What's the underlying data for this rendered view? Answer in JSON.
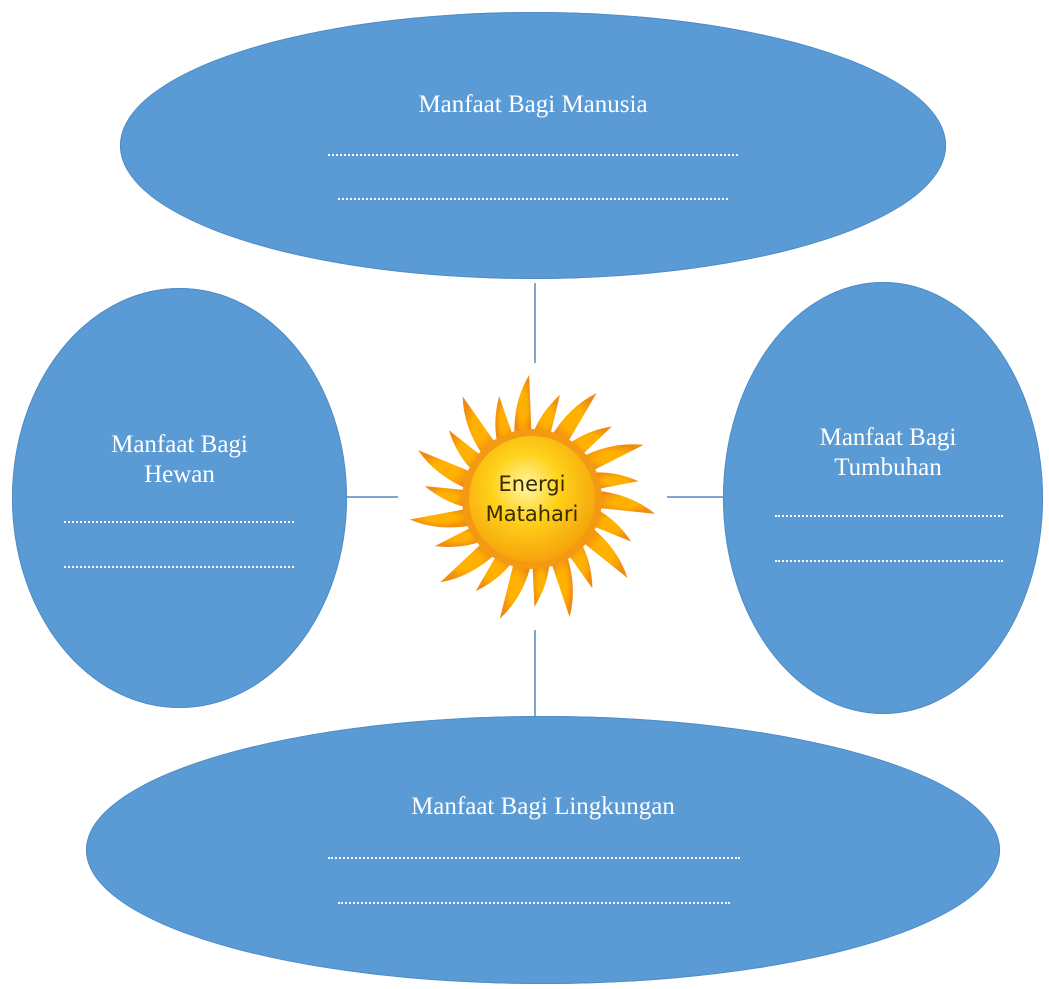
{
  "center": {
    "line1": "Energi",
    "line2": "Matahari"
  },
  "nodes": {
    "top": {
      "title": "Manfaat Bagi Manusia"
    },
    "left": {
      "title": "Manfaat Bagi\nHewan"
    },
    "right": {
      "title": "Manfaat Bagi\nTumbuhan"
    },
    "bottom": {
      "title": "Manfaat Bagi Lingkungan"
    }
  },
  "colors": {
    "node_fill": "#5b9bd5",
    "connector": "#7fa6cf",
    "sun_outer": "#f5a21b",
    "sun_inner": "#ffd000",
    "text": "#ffffff"
  },
  "icons": {
    "center": "sun-icon"
  }
}
